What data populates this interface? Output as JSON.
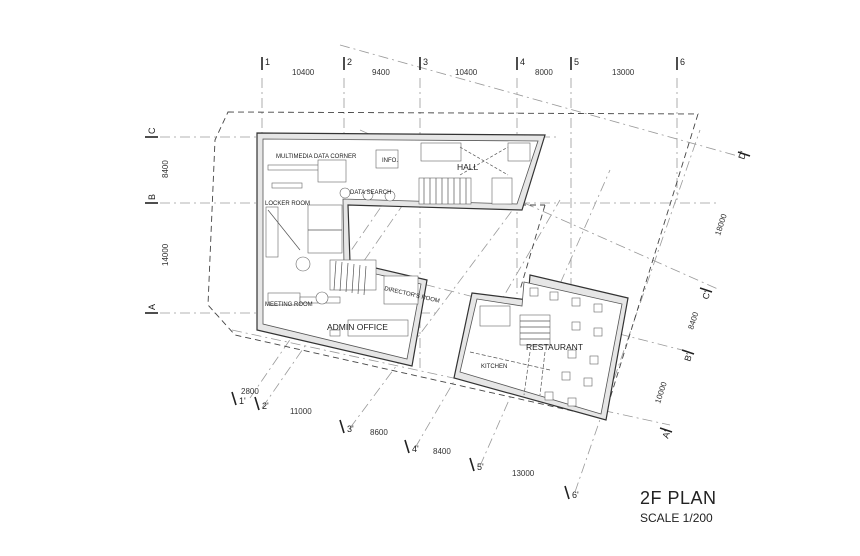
{
  "title": {
    "plan": "2F PLAN",
    "scale": "SCALE 1/200"
  },
  "grid_top": {
    "axes": [
      "1",
      "2",
      "3",
      "4",
      "5",
      "6"
    ],
    "dims": [
      "10400",
      "9400",
      "10400",
      "8000",
      "13000"
    ]
  },
  "grid_left": {
    "axes": [
      "C",
      "B",
      "A"
    ],
    "dims": [
      "8400",
      "14000"
    ]
  },
  "grid_rotated": {
    "axes_bottom": [
      "1'",
      "2'",
      "3'",
      "4'",
      "5'",
      "6'"
    ],
    "dims_bottom": [
      "2800",
      "11000",
      "8600",
      "8400",
      "13000"
    ],
    "axes_right": [
      "D'",
      "C'",
      "B'",
      "A'"
    ],
    "dims_right": [
      "18000",
      "8400",
      "10000"
    ]
  },
  "rooms": {
    "multimedia": "MULTIMEDIA DATA CORNER",
    "info": "INFO.",
    "hall": "HALL",
    "data_search": "DATA SEARCH",
    "locker": "LOCKER ROOM",
    "directors": "DIRECTOR'S ROOM",
    "meeting": "MEETING ROOM",
    "admin": "ADMIN OFFICE",
    "restaurant": "RESTAURANT",
    "kitchen": "KITCHEN"
  }
}
